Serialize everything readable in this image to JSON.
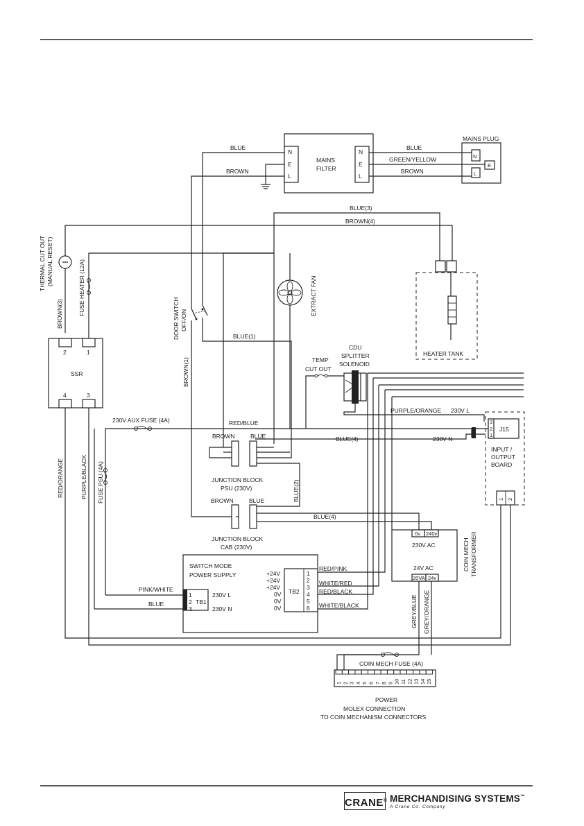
{
  "brand": {
    "logo_word": "CRANE",
    "registered_mark": "®",
    "company": "MERCHANDISING SYSTEMS",
    "trademark": "™",
    "tagline": "A Crane Co. Company"
  },
  "mains_filter": {
    "title_1": "MAINS",
    "title_2": "FILTER",
    "left_terms": [
      "N",
      "E",
      "L"
    ],
    "right_terms": [
      "N",
      "E",
      "L"
    ]
  },
  "mains_plug": {
    "title": "MAINS PLUG",
    "terms": [
      "N",
      "E",
      "L"
    ]
  },
  "wires": {
    "blue": "BLUE",
    "brown": "BROWN",
    "green_yellow": "GREEN/YELLOW",
    "blue_3": "BLUE(3)",
    "brown_4": "BROWN(4)",
    "brown_3": "BROWN(3)",
    "blue_1": "BLUE(1)",
    "brown_1": "BROWN(1)",
    "blue_2": "BLUE(2)",
    "blue_4": "BLUE(4)",
    "red_blue": "RED/BLUE",
    "purple_orange": "PURPLE/ORANGE",
    "red_orange": "RED/ORANGE",
    "purple_black": "PURPLE/BLACK",
    "pink_white": "PINK/WHITE",
    "red_pink": "RED/PINK",
    "white_red": "WHITE/RED",
    "red_black": "RED/BLACK",
    "white_black": "WHITE/BLACK",
    "grey_blue": "GREY/BLUE",
    "grey_orange": "GREY/ORANGE"
  },
  "components": {
    "thermal_cut_out_1": "THERMAL CUT OUT",
    "thermal_cut_out_2": "(MANUAL RESET)",
    "fuse_heater": "FUSE HEATER (12A)",
    "door_switch_1": "DOOR SWITCH",
    "door_switch_2": "OFF/ON",
    "extract_fan": "EXTRACT FAN",
    "heater_tank": "HEATER TANK",
    "ssr": "SSR",
    "ssr_terms": [
      "2",
      "1",
      "4",
      "3"
    ],
    "temp_cut_out_1": "TEMP",
    "temp_cut_out_2": "CUT OUT",
    "cdu_1": "CDU",
    "cdu_2": "SPLITTER",
    "cdu_3": "SOLENOID",
    "aux_fuse": "230V AUX FUSE (4A)",
    "fuse_psu": "FUSE PSU (4A)",
    "jb_psu_brown": "BROWN",
    "jb_psu_blue": "BLUE",
    "jb_psu_1": "JUNCTION BLOCK",
    "jb_psu_2": "PSU (230V)",
    "jb_cab_brown": "BROWN",
    "jb_cab_blue": "BLUE",
    "jb_cab_1": "JUNCTION BLOCK",
    "jb_cab_2": "CAB (230V)",
    "v230_l": "230V L",
    "v230_n": "230V N",
    "j15": "J15",
    "j15_pins": [
      "3",
      "2",
      "1"
    ],
    "io_board_1": "INPUT /",
    "io_board_2": "OUTPUT",
    "io_board_3": "BOARD",
    "io_pins": [
      "1",
      "2"
    ],
    "psu_title_1": "SWITCH MODE",
    "psu_title_2": "POWER SUPPLY",
    "tb1": "TB1",
    "tb1_pins": [
      "1",
      "2",
      "3"
    ],
    "tb1_l": "230V L",
    "tb1_n": "230V N",
    "tb2": "TB2",
    "tb2_pins": [
      "1",
      "2",
      "3",
      "4",
      "5",
      "6"
    ],
    "tb2_volts": [
      "+24V",
      "+24V",
      "+24V",
      "0V",
      "0V",
      "0V"
    ],
    "xfmr_0v": "0v",
    "xfmr_240v": "240v",
    "xfmr_230ac": "230V AC",
    "xfmr_24ac": "24V AC",
    "xfmr_20va": "20VA",
    "xfmr_24v": "24v",
    "xfmr_title_1": "COIN MECH",
    "xfmr_title_2": "TRANSFORMER",
    "coin_fuse": "COIN MECH FUSE (4A)",
    "molex_pins": [
      "1",
      "2",
      "3",
      "4",
      "5",
      "6",
      "7",
      "8",
      "9",
      "10",
      "11",
      "12",
      "13",
      "14",
      "15"
    ],
    "power": "POWER",
    "molex_1": "MOLEX CONNECTION",
    "molex_2": "TO COIN MECHANISM CONNECTORS"
  }
}
